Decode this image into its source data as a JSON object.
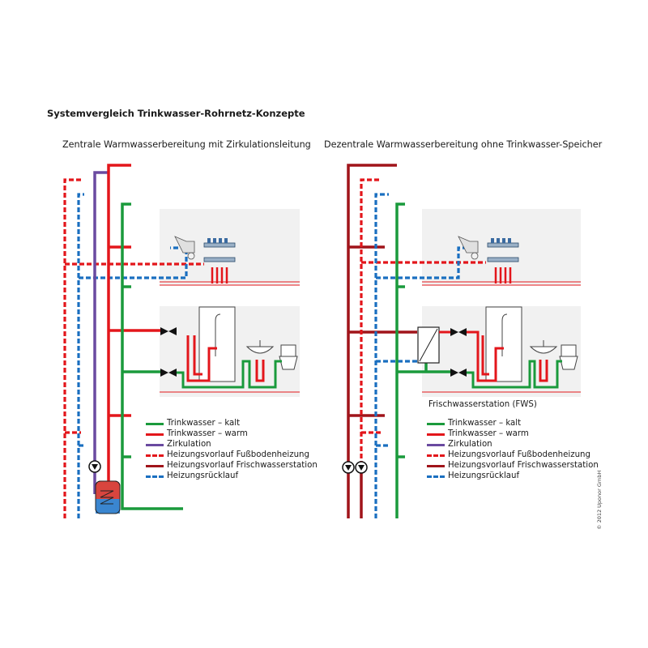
{
  "title": "Systemvergleich Trinkwasser-Rohrnetz-Konzepte",
  "left_panel": {
    "subtitle": "Zentrale Warmwasserbereitung mit Zirkulationsleitung"
  },
  "right_panel": {
    "subtitle": "Dezentrale Warmwasserbereitung ohne Trinkwasser-Speicher",
    "fws_label": "Frischwasserstation (FWS)"
  },
  "legend": [
    {
      "label": "Trinkwasser – kalt",
      "color": "#1a9a3c",
      "style": "solid"
    },
    {
      "label": "Trinkwasser – warm",
      "color": "#e3161b",
      "style": "solid"
    },
    {
      "label": "Zirkulation",
      "color": "#6a4aa0",
      "style": "solid"
    },
    {
      "label": "Heizungsvorlauf Fußbodenheizung",
      "color": "#e3161b",
      "style": "dashed"
    },
    {
      "label": "Heizungsvorlauf Frischwasserstation",
      "color": "#a0141a",
      "style": "solid"
    },
    {
      "label": "Heizungsrücklauf",
      "color": "#1a6fc0",
      "style": "dashed"
    }
  ],
  "copyright": "© 2012 Uponor GmbH",
  "colors": {
    "cold": "#1a9a3c",
    "warm": "#e3161b",
    "circulation": "#6a4aa0",
    "heating_flow": "#e3161b",
    "fws_flow": "#a0141a",
    "heating_return": "#1a6fc0",
    "room_bg": "#f0f0f0"
  }
}
